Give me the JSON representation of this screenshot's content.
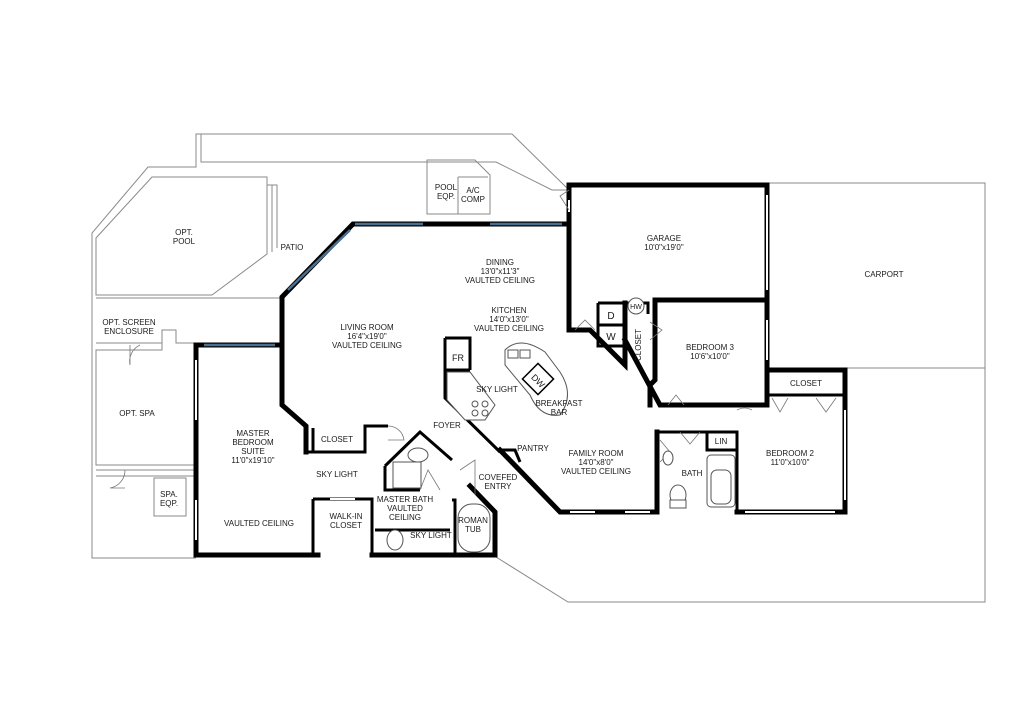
{
  "rooms": {
    "opt_pool": [
      "OPT.",
      "POOL"
    ],
    "patio": [
      "PATIO"
    ],
    "pool_eqp": [
      "POOL",
      "EQP."
    ],
    "ac_comp": [
      "A/C",
      "COMP"
    ],
    "dining": [
      "DINING",
      "13'0\"x11'3\"",
      "VAULTED CEILING"
    ],
    "garage": [
      "GARAGE",
      "10'0\"x19'0\""
    ],
    "carport": [
      "CARPORT"
    ],
    "opt_screen": [
      "OPT. SCREEN",
      "ENCLOSURE"
    ],
    "living": [
      "LIVING ROOM",
      "16'4\"x19'0\"",
      "VAULTED CEILING"
    ],
    "kitchen": [
      "KITCHEN",
      "14'0\"x13'0\"",
      "VAULTED CEILING"
    ],
    "hw": [
      "HW"
    ],
    "dryer": [
      "D"
    ],
    "washer": [
      "W"
    ],
    "closet_laundry": [
      "CLOSET"
    ],
    "bedroom3": [
      "BEDROOM 3",
      "10'6\"x10'0\""
    ],
    "closet_br2": [
      "CLOSET"
    ],
    "fr": [
      "FR"
    ],
    "dw": [
      "DW"
    ],
    "skylight_kitchen": [
      "SKY LIGHT"
    ],
    "breakfast_bar": [
      "BREAKFAST",
      "BAR"
    ],
    "opt_spa": [
      "OPT. SPA"
    ],
    "master_suite": [
      "MASTER",
      "BEDROOM",
      "SUITE",
      "11'0\"x19'10\""
    ],
    "closet_master": [
      "CLOSET"
    ],
    "foyer": [
      "FOYER"
    ],
    "pantry": [
      "PANTRY"
    ],
    "family": [
      "FAMILY ROOM",
      "14'0\"x8'0\"",
      "VAULTED CEILING"
    ],
    "lin": [
      "LIN"
    ],
    "bedroom2": [
      "BEDROOM 2",
      "11'0\"x10'0\""
    ],
    "bath": [
      "BATH"
    ],
    "skylight_master": [
      "SKY LIGHT"
    ],
    "covered_entry": [
      "COVEFED",
      "ENTRY"
    ],
    "master_bath": [
      "MASTER BATH",
      "VAULTED",
      "CEILING"
    ],
    "spa_eqp": [
      "SPA.",
      "EQP."
    ],
    "walkin": [
      "WALK-IN",
      "CLOSET"
    ],
    "vaulted_master": [
      "VAULTED CEILING"
    ],
    "skylight_bath": [
      "SKY LIGHT"
    ],
    "roman_tub": [
      "ROMAN",
      "TUB"
    ]
  }
}
